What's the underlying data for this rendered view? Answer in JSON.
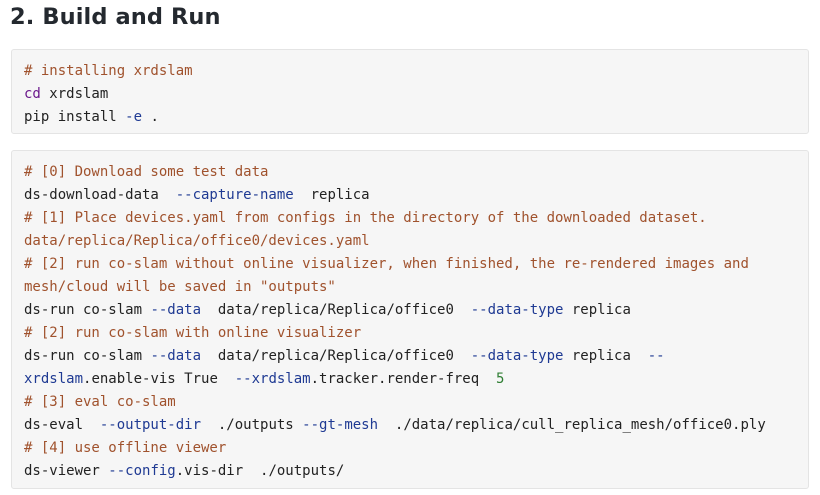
{
  "heading": "2. Build and Run",
  "code_blocks": [
    {
      "lines": [
        [
          {
            "t": "# installing xrdslam",
            "c": "comment"
          }
        ],
        [
          {
            "t": "cd",
            "c": "builtin"
          },
          {
            "t": " xrdslam",
            "c": "plain"
          }
        ],
        [
          {
            "t": "pip install ",
            "c": "plain"
          },
          {
            "t": "-e",
            "c": "flag"
          },
          {
            "t": " .",
            "c": "plain"
          }
        ]
      ]
    },
    {
      "lines": [
        [
          {
            "t": "# [0] Download some test data",
            "c": "comment"
          }
        ],
        [
          {
            "t": "ds-download-data  ",
            "c": "plain"
          },
          {
            "t": "--capture-name",
            "c": "flag"
          },
          {
            "t": "  replica",
            "c": "plain"
          }
        ],
        [
          {
            "t": "# [1] Place devices.yaml from configs in the directory of the downloaded dataset.",
            "c": "comment"
          }
        ],
        [
          {
            "t": "data/replica/Replica/office0/devices.yaml",
            "c": "comment"
          }
        ],
        [
          {
            "t": "# [2] run co-slam without online visualizer, when finished, the re-rendered images and",
            "c": "comment"
          }
        ],
        [
          {
            "t": "mesh/cloud will be saved in \"outputs\"",
            "c": "comment"
          }
        ],
        [
          {
            "t": "ds-run co-slam ",
            "c": "plain"
          },
          {
            "t": "--data",
            "c": "flag"
          },
          {
            "t": "  data/replica/Replica/office0  ",
            "c": "plain"
          },
          {
            "t": "--data-type",
            "c": "flag"
          },
          {
            "t": " replica",
            "c": "plain"
          }
        ],
        [
          {
            "t": "# [2] run co-slam with online visualizer",
            "c": "comment"
          }
        ],
        [
          {
            "t": "ds-run co-slam ",
            "c": "plain"
          },
          {
            "t": "--data",
            "c": "flag"
          },
          {
            "t": "  data/replica/Replica/office0  ",
            "c": "plain"
          },
          {
            "t": "--data-type",
            "c": "flag"
          },
          {
            "t": " replica  ",
            "c": "plain"
          },
          {
            "t": "--",
            "c": "flag"
          }
        ],
        [
          {
            "t": "xrdslam",
            "c": "flag"
          },
          {
            "t": ".enable-vis True  ",
            "c": "plain"
          },
          {
            "t": "--xrdslam",
            "c": "flag"
          },
          {
            "t": ".tracker.render-freq  ",
            "c": "plain"
          },
          {
            "t": "5",
            "c": "number"
          }
        ],
        [
          {
            "t": "# [3] eval co-slam",
            "c": "comment"
          }
        ],
        [
          {
            "t": "ds-eval  ",
            "c": "plain"
          },
          {
            "t": "--output-dir",
            "c": "flag"
          },
          {
            "t": "  ./outputs ",
            "c": "plain"
          },
          {
            "t": "--gt-mesh",
            "c": "flag"
          },
          {
            "t": "  ./data/replica/cull_replica_mesh/office0.ply",
            "c": "plain"
          }
        ],
        [
          {
            "t": "# [4] use offline viewer",
            "c": "comment"
          }
        ],
        [
          {
            "t": "ds-viewer ",
            "c": "plain"
          },
          {
            "t": "--config",
            "c": "flag"
          },
          {
            "t": ".vis-dir  ./outputs/",
            "c": "plain"
          }
        ]
      ]
    }
  ]
}
